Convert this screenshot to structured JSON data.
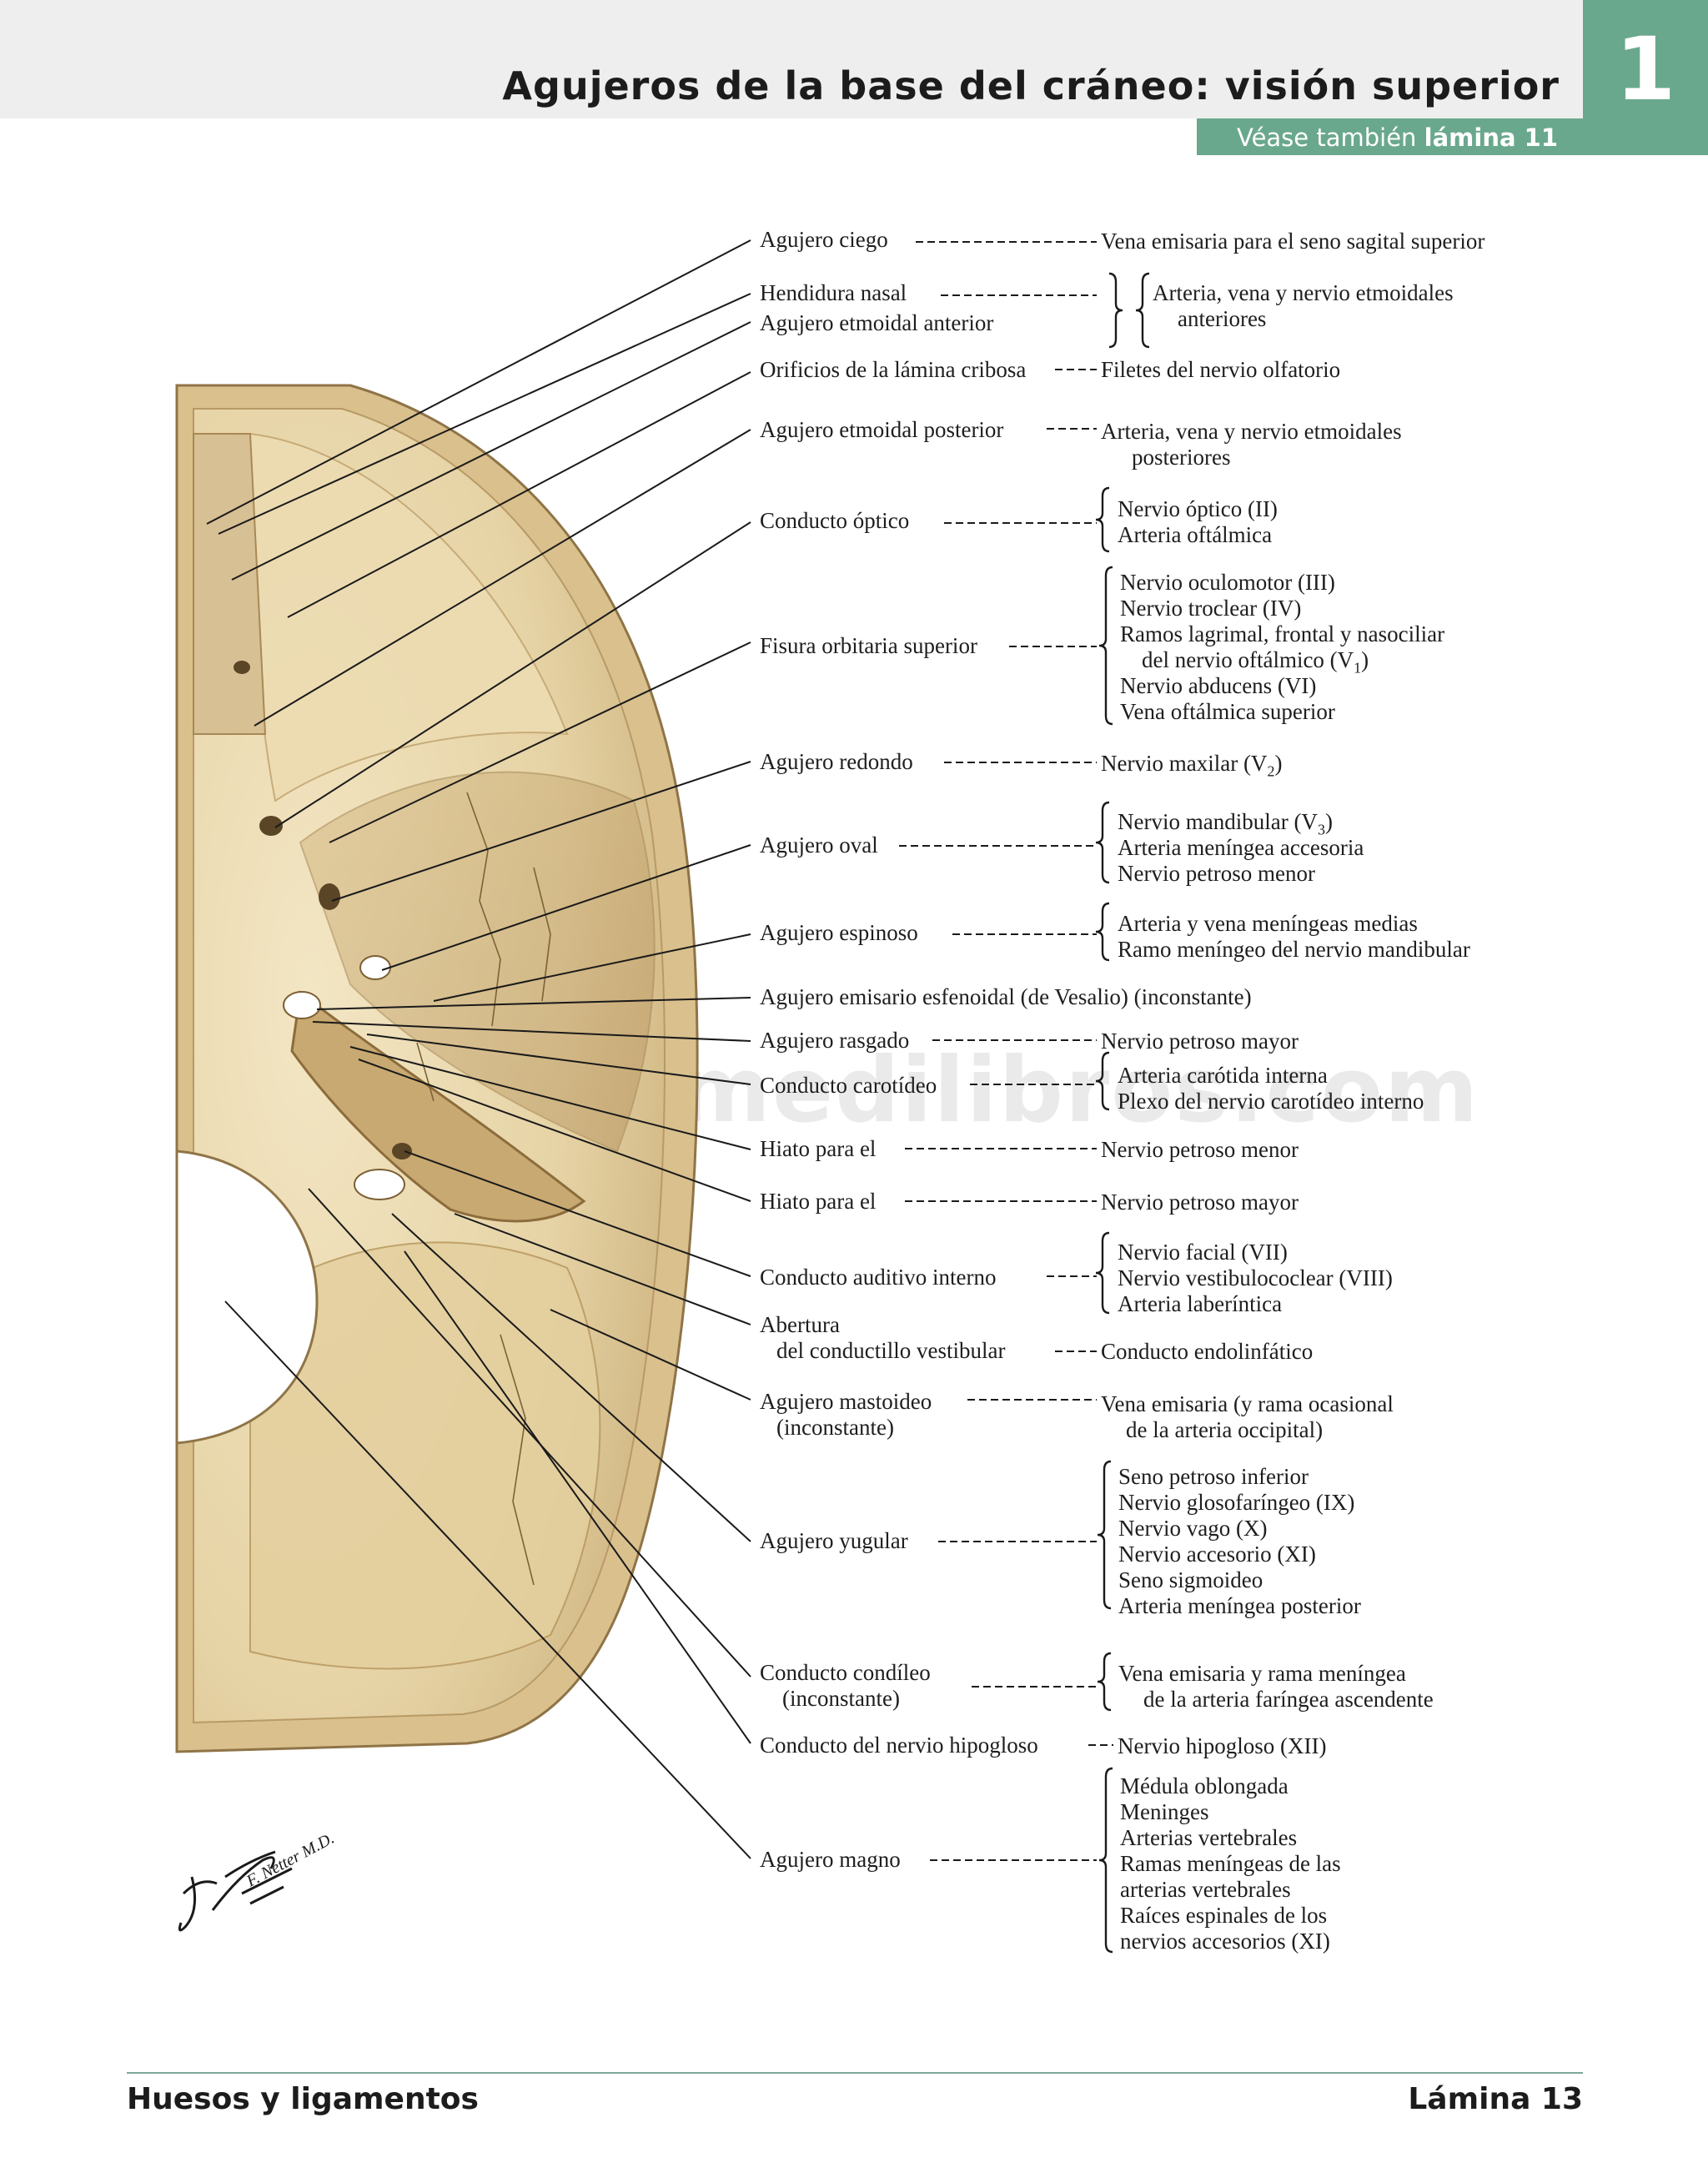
{
  "header": {
    "title": "Agujeros de la base del cráneo: visión superior",
    "chapter_number": "1",
    "see_also_prefix": "Véase también",
    "see_also_target": "lámina 11"
  },
  "watermark": "www.medilibros.com",
  "labels": {
    "agujero_ciego": "Agujero ciego",
    "agujero_ciego_contents": "Vena emisaria para el seno sagital superior",
    "hendidura_nasal": "Hendidura nasal",
    "agujero_etmoidal_anterior": "Agujero etmoidal anterior",
    "etmoidal_anterior_contents": [
      "Arteria, vena y nervio etmoidales",
      "anteriores"
    ],
    "orificios_cribosa": "Orificios de la lámina cribosa",
    "orificios_cribosa_contents": "Filetes del nervio olfatorio",
    "agujero_etmoidal_posterior": "Agujero etmoidal posterior",
    "etmoidal_posterior_contents": [
      "Arteria, vena y nervio etmoidales",
      "posteriores"
    ],
    "conducto_optico": "Conducto óptico",
    "conducto_optico_contents": [
      "Nervio óptico (II)",
      "Arteria oftálmica"
    ],
    "fisura_orbitaria": "Fisura orbitaria superior",
    "fisura_orbitaria_contents": [
      "Nervio oculomotor (III)",
      "Nervio troclear (IV)",
      "Ramos lagrimal, frontal y nasociliar",
      "del nervio oftálmico (V",
      "1",
      ")",
      "Nervio abducens (VI)",
      "Vena oftálmica superior"
    ],
    "agujero_redondo": "Agujero redondo",
    "agujero_redondo_contents": [
      "Nervio maxilar (V",
      "2",
      ")"
    ],
    "agujero_oval": "Agujero oval",
    "agujero_oval_contents": [
      "Nervio mandibular (V",
      "3",
      ")",
      "Arteria meníngea accesoria",
      "Nervio petroso menor"
    ],
    "agujero_espinoso": "Agujero espinoso",
    "agujero_espinoso_contents": [
      "Arteria y vena meníngeas medias",
      "Ramo meníngeo del nervio mandibular"
    ],
    "agujero_vesalio": "Agujero emisario esfenoidal (de Vesalio) (inconstante)",
    "agujero_rasgado": "Agujero rasgado",
    "agujero_rasgado_contents": "Nervio petroso mayor",
    "conducto_carotideo": "Conducto carotídeo",
    "conducto_carotideo_contents": [
      "Arteria carótida interna",
      "Plexo del nervio carotídeo interno"
    ],
    "hiato_1": "Hiato para el",
    "hiato_1_contents": "Nervio petroso menor",
    "hiato_2": "Hiato para el",
    "hiato_2_contents": "Nervio petroso mayor",
    "conducto_auditivo": "Conducto auditivo interno",
    "conducto_auditivo_contents": [
      "Nervio facial (VII)",
      "Nervio vestibulococlear (VIII)",
      "Arteria laberíntica"
    ],
    "abertura": [
      "Abertura",
      "del conductillo vestibular"
    ],
    "abertura_contents": "Conducto endolinfático",
    "agujero_mastoideo": [
      "Agujero mastoideo",
      "(inconstante)"
    ],
    "agujero_mastoideo_contents": [
      "Vena emisaria (y rama ocasional",
      "de la arteria occipital)"
    ],
    "agujero_yugular": "Agujero yugular",
    "agujero_yugular_contents": [
      "Seno petroso inferior",
      "Nervio glosofaríngeo (IX)",
      "Nervio vago (X)",
      "Nervio accesorio (XI)",
      "Seno sigmoideo",
      "Arteria meníngea posterior"
    ],
    "conducto_condileo": [
      "Conducto condíleo",
      "(inconstante)"
    ],
    "conducto_condileo_contents": [
      "Vena emisaria y rama meníngea",
      "de la arteria faríngea ascendente"
    ],
    "conducto_hipogloso": "Conducto del nervio hipogloso",
    "conducto_hipogloso_contents": "Nervio hipogloso (XII)",
    "agujero_magno": "Agujero magno",
    "agujero_magno_contents": [
      "Médula oblongada",
      "Meninges",
      "Arterias vertebrales",
      "Ramas meníngeas de las",
      "arterias vertebrales",
      "Raíces espinales de los",
      "nervios accesorios (XI)"
    ]
  },
  "signature": "F. Netter M.D.",
  "footer": {
    "section": "Huesos y ligamentos",
    "plate": "Lámina 13"
  },
  "colors": {
    "accent": "#6aa88d",
    "bone_light": "#efe2bf",
    "bone_mid": "#d6bf8c",
    "bone_shadow": "#a8864f"
  }
}
